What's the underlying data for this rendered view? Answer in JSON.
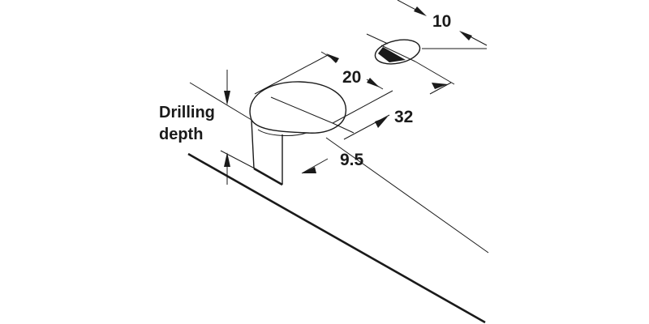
{
  "labels": {
    "drilling_line1": "Drilling",
    "drilling_line2": "depth",
    "dim_10": "10",
    "dim_20": "20",
    "dim_32": "32",
    "dim_9_5": "9.5"
  },
  "colors": {
    "line": "#1a1a1a",
    "background": "#ffffff"
  }
}
